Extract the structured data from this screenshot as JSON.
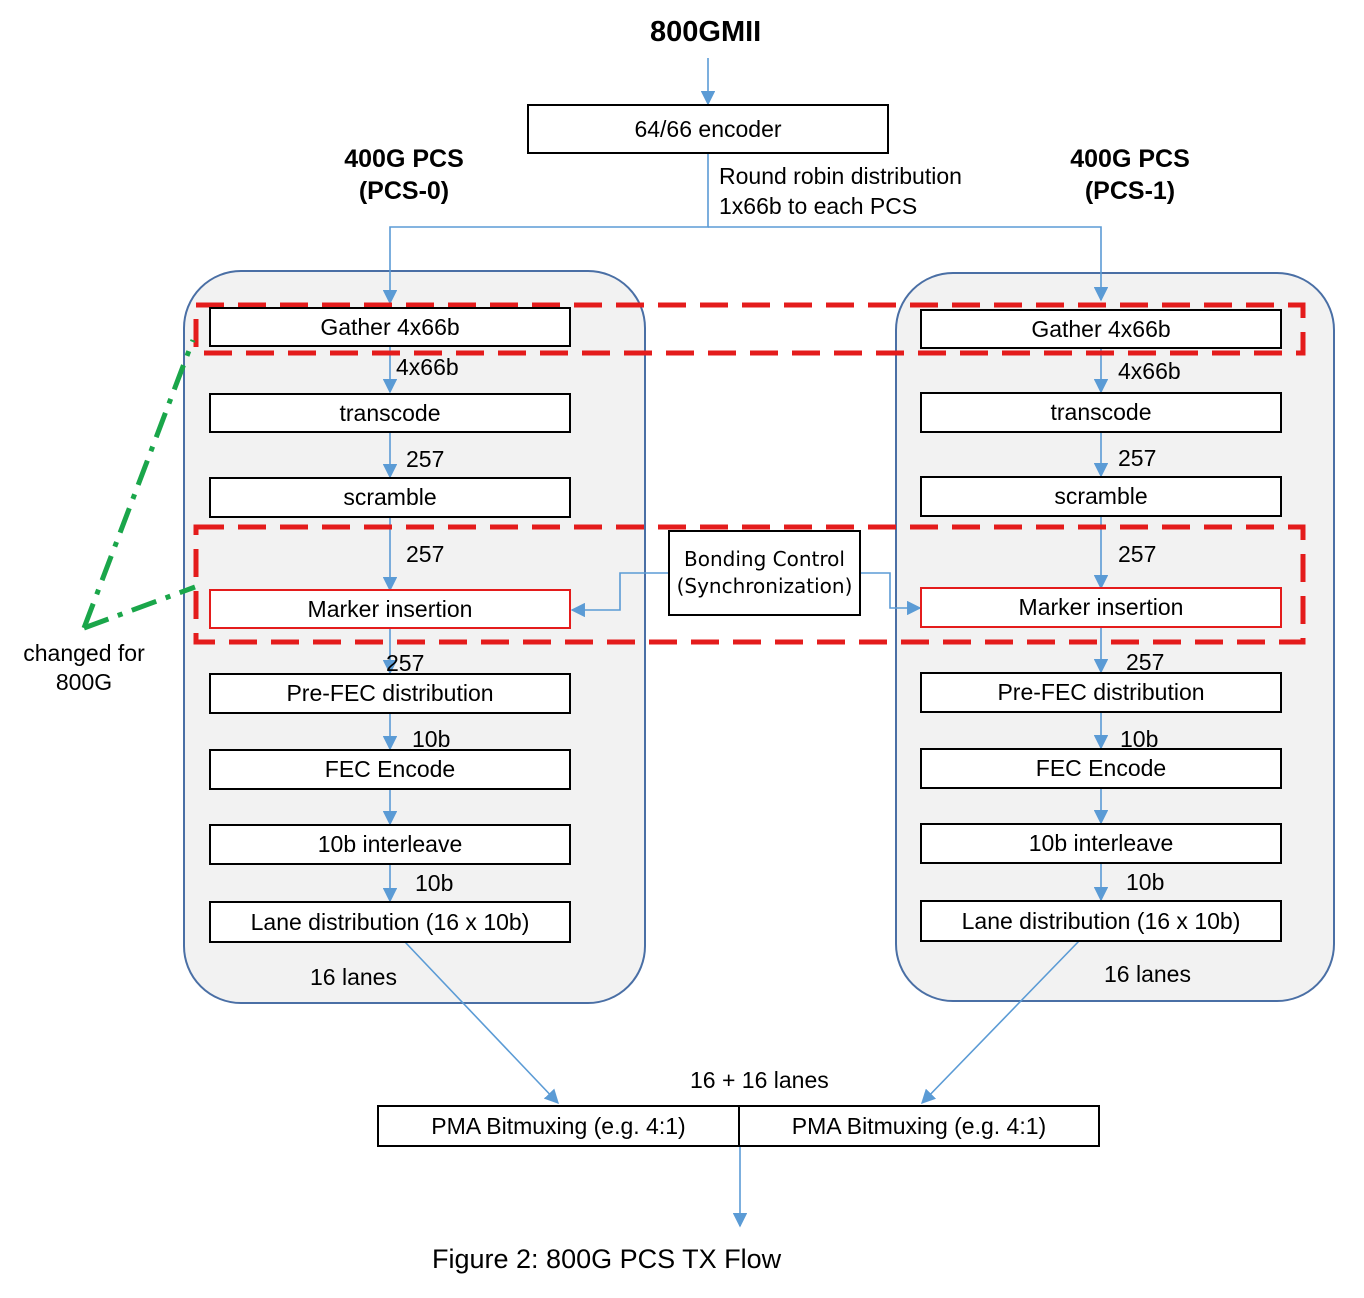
{
  "title": "800GMII",
  "encoder": "64/66 encoder",
  "distribution_note": [
    "Round robin distribution",
    "1x66b to each PCS"
  ],
  "pcs": [
    {
      "header": [
        "400G PCS",
        "(PCS-0)"
      ]
    },
    {
      "header": [
        "400G PCS",
        "(PCS-1)"
      ]
    }
  ],
  "stages": {
    "gather": "Gather 4x66b",
    "transcode": "transcode",
    "scramble": "scramble",
    "marker": "Marker insertion",
    "prefec": "Pre-FEC distribution",
    "fec": "FEC Encode",
    "interleave": "10b interleave",
    "lane_dist": "Lane distribution  (16 x 10b)"
  },
  "widths": {
    "w_4x66b": "4x66b",
    "w_257_a": "257",
    "w_257_b": "257",
    "w_257_c": "257",
    "w_10b_a": "10b",
    "w_10b_b": "10b"
  },
  "lanes": "16 lanes",
  "bonding": [
    "Bonding Control",
    "(Synchronization)"
  ],
  "changed_note": [
    "changed for",
    "800G"
  ],
  "total_lanes": "16 + 16 lanes",
  "pma": "PMA Bitmuxing  (e.g. 4:1)",
  "caption": "Figure 2: 800G PCS TX Flow",
  "colors": {
    "arrow": "#5b9bd5",
    "highlight": "#e41c1c",
    "callout": "#1aa64a",
    "panel_border": "#4a6fa5"
  }
}
